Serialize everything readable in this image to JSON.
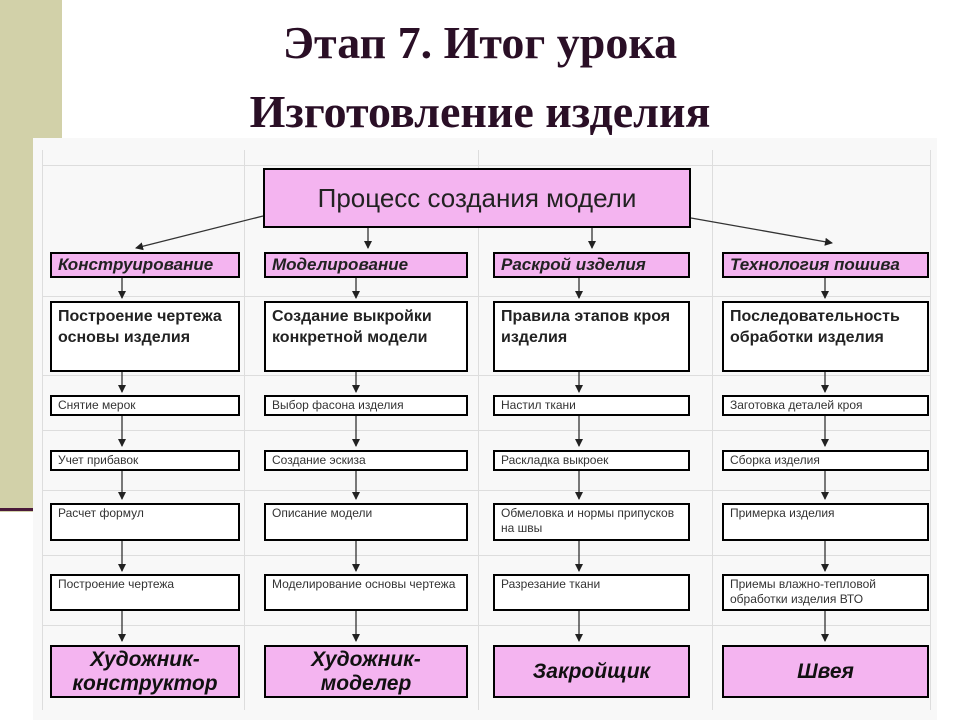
{
  "title": {
    "line1": "Этап 7. Итог урока",
    "line2": "Изготовление изделия"
  },
  "diagram": {
    "root": "Процесс создания модели",
    "columns": [
      {
        "header": "Конструирование",
        "step": "Построение чертежа основы изделия",
        "items": [
          "Снятие мерок",
          "Учет прибавок",
          "Расчет формул",
          "Построение чертежа"
        ],
        "profession": "Художник-конструктор"
      },
      {
        "header": "Моделирование",
        "step": "Создание выкройки конкретной модели",
        "items": [
          "Выбор фасона изделия",
          "Создание эскиза",
          "Описание модели",
          "Моделирование основы чертежа"
        ],
        "profession": "Художник-моделер"
      },
      {
        "header": "Раскрой изделия",
        "step": "Правила этапов кроя изделия",
        "items": [
          "Настил ткани",
          "Раскладка выкроек",
          "Обмеловка и нормы припусков на швы",
          "Разрезание ткани"
        ],
        "profession": "Закройщик"
      },
      {
        "header": "Технология пошива",
        "step": "Последовательность обработки изделия",
        "items": [
          "Заготовка деталей кроя",
          "Сборка изделия",
          "Примерка изделия",
          "Приемы влажно-тепловой обработки изделия ВТО"
        ],
        "profession": "Швея"
      }
    ]
  },
  "colors": {
    "accent_pink": "#f4b4f0",
    "side_band": "#d2d1a9",
    "title_text": "#2a0f26"
  }
}
